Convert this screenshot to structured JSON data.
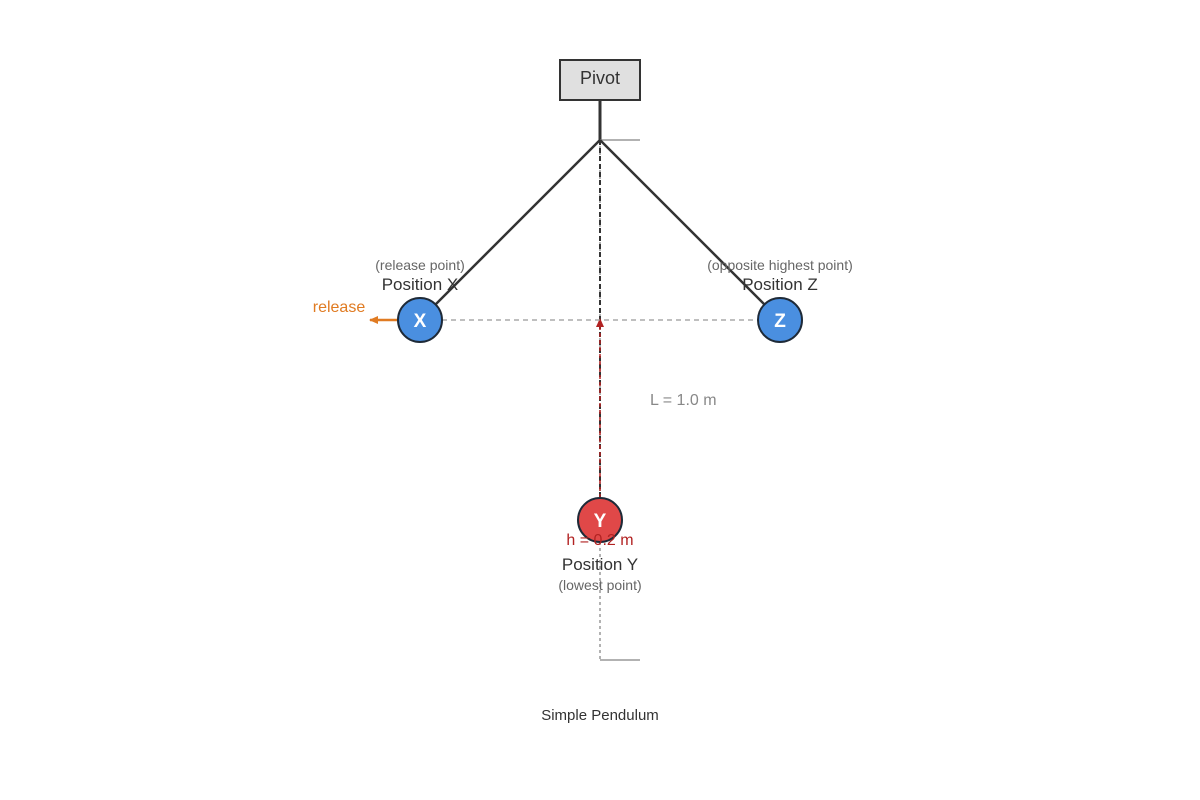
{
  "pivot": {
    "label": "Pivot"
  },
  "positions": {
    "x": {
      "letter": "X",
      "name": "Position X",
      "note": "(release point)",
      "color": "#4a8fe0"
    },
    "y": {
      "letter": "Y",
      "name": "Position Y",
      "note": "(lowest point)",
      "color": "#e04848"
    },
    "z": {
      "letter": "Z",
      "name": "Position Z",
      "note": "(opposite highest point)",
      "color": "#4a8fe0"
    }
  },
  "length_label": "L = 1.0 m",
  "height_label": "h = 0.2 m",
  "release_label": "release",
  "caption": "Simple Pendulum",
  "colors": {
    "release": "#e07b22",
    "height": "#b22222",
    "string": "#333333",
    "guide": "#999999"
  }
}
